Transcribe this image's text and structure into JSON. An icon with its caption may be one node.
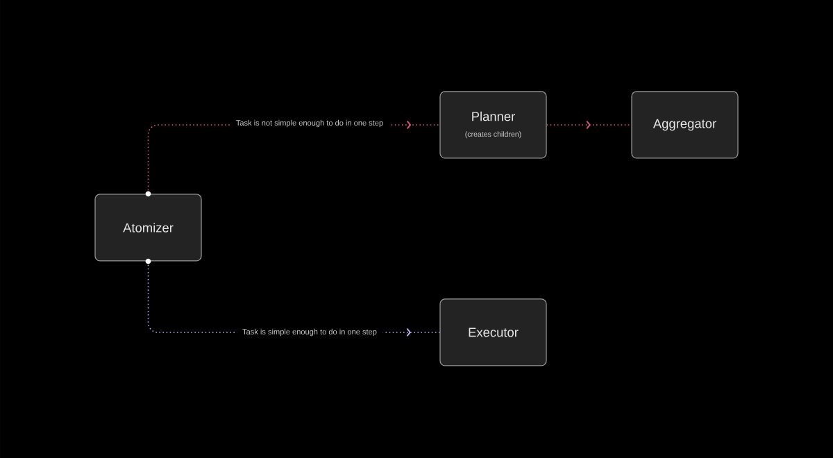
{
  "diagram": {
    "nodes": [
      {
        "text": [
          "Atomizer"
        ]
      },
      {
        "text": [
          "Planner",
          "(creates children)"
        ]
      },
      {
        "text": [
          "Aggregator"
        ]
      },
      {
        "text": [
          "Executor"
        ]
      }
    ],
    "edges": [
      {
        "from": 0,
        "to": 1,
        "arrow": "to",
        "label": "Task is not simple enough to do in one step",
        "color": "#e0567a"
      },
      {
        "from": 1,
        "to": 2,
        "arrow": "to",
        "color": "#e0567a"
      },
      {
        "from": 0,
        "to": 3,
        "arrow": "to",
        "label": "Task is simple enough to do in one step",
        "color": "#b9b4f0"
      }
    ]
  }
}
